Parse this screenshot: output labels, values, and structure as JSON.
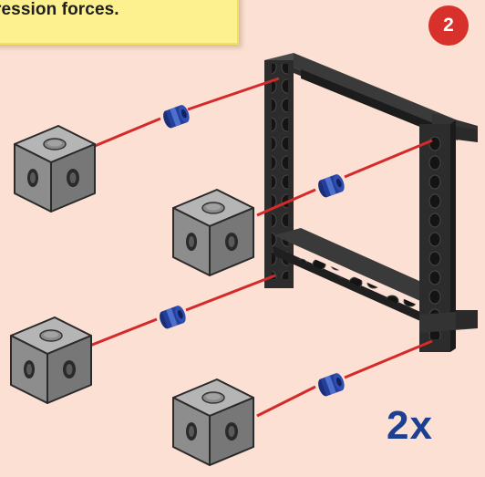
{
  "note": {
    "text": "ression forces."
  },
  "step": {
    "number": "2"
  },
  "quantity": {
    "multiplier": "2x"
  },
  "colors": {
    "background": "#fbe0d3",
    "note_fill": "#fcf08f",
    "badge": "#d8302b",
    "multiplier_text": "#1c3f8f",
    "guide_line": "#d42a2a",
    "cube": "#8e8e8e",
    "frame": "#2c2c2c",
    "connector": "#243f9a"
  },
  "icons": {
    "cubes": "cube-icon",
    "connectors": "axle-connector-icon",
    "frame": "square-frame-icon"
  }
}
